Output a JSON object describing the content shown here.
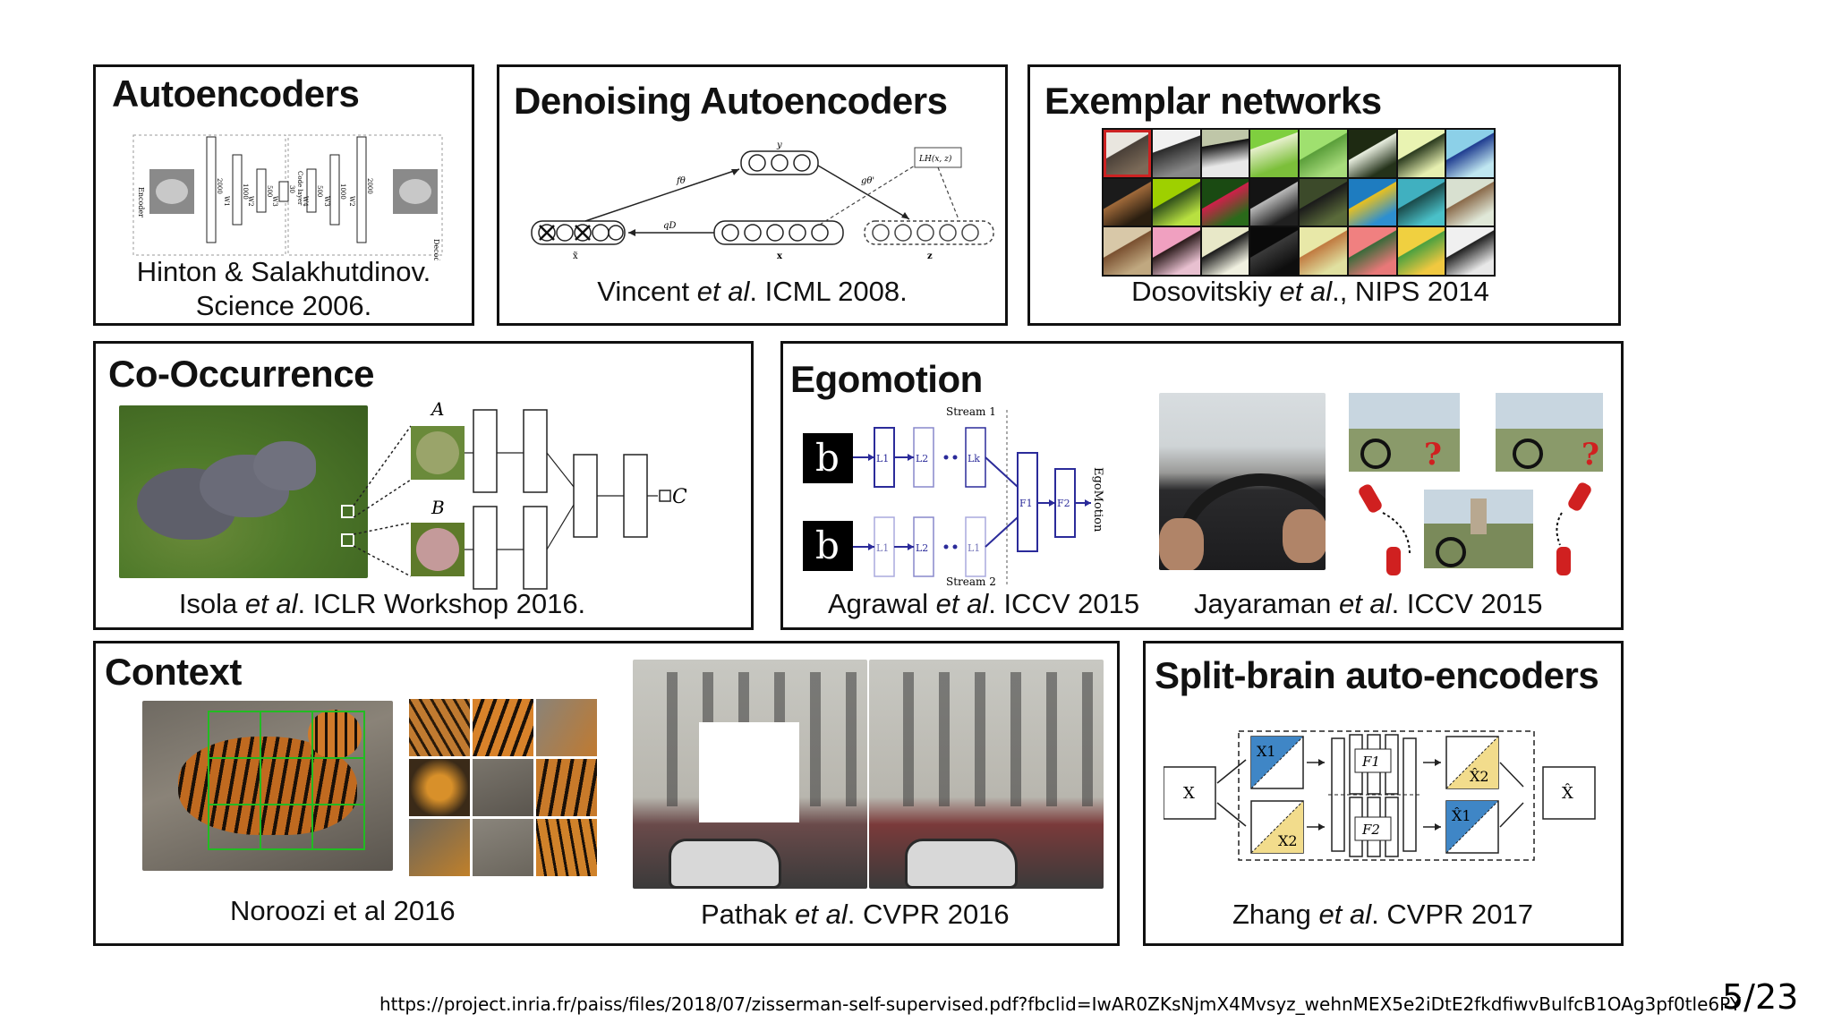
{
  "slide": {
    "url": "https://project.inria.fr/paiss/files/2018/07/zisserman-self-supervised.pdf?fbclid=IwAR0ZKsNjmX4Mvsyz_wehnMEX5e2iDtE2fkdfiwvBulfcB1OAg3pf0tle6PY",
    "page": "5/23"
  },
  "panels": {
    "autoencoders": {
      "title": "Autoencoders",
      "cite1": "Hinton & Salakhutdinov.",
      "cite2": "Science 2006.",
      "fig": {
        "encoder": "Encoder",
        "decoder": "Decoder",
        "code": "Code layer",
        "sizes": [
          "2000",
          "1000",
          "500",
          "30",
          "500",
          "1000",
          "2000"
        ],
        "weights": [
          "W1",
          "W2",
          "W3",
          "W4",
          "W4",
          "W3",
          "W2",
          "W1"
        ]
      }
    },
    "denoising": {
      "title": "Denoising Autoencoders",
      "cite_a": "Vincent ",
      "cite_b": "et al",
      "cite_c": ". ICML 2008.",
      "fig": {
        "y": "y",
        "ftheta": "fθ",
        "gtheta": "gθ'",
        "qd": "qD",
        "loss": "LH(x, z)",
        "xtilde": "x̃",
        "x": "x",
        "z": "z"
      }
    },
    "exemplar": {
      "title": "Exemplar networks",
      "cite_a": "Dosovitskiy ",
      "cite_b": "et al",
      "cite_c": "., NIPS 2014"
    },
    "cooccurrence": {
      "title": "Co-Occurrence",
      "cite_a": "Isola ",
      "cite_b": "et al",
      "cite_c": ". ICLR Workshop 2016.",
      "fig": {
        "A": "A",
        "B": "B",
        "C": "C"
      }
    },
    "egomotion": {
      "title": "Egomotion",
      "cite1_a": "Agrawal ",
      "cite1_b": "et al",
      "cite1_c": ". ICCV 2015",
      "cite2_a": "Jayaraman ",
      "cite2_b": "et al",
      "cite2_c": ". ICCV 2015",
      "fig": {
        "stream1": "Stream 1",
        "stream2": "Stream 2",
        "egomotion": "EgoMotion",
        "l1": "L1",
        "l2": "L2",
        "lk": "Lk",
        "f1": "F1",
        "f2": "F2",
        "digit": "b",
        "q": "?"
      }
    },
    "context": {
      "title": "Context",
      "cite1": "Noroozi et al 2016",
      "cite2_a": "Pathak ",
      "cite2_b": "et al",
      "cite2_c": ". CVPR 2016"
    },
    "splitbrain": {
      "title": "Split-brain auto-encoders",
      "cite_a": "Zhang ",
      "cite_b": "et al",
      "cite_c": ". CVPR 2017",
      "fig": {
        "x": "X",
        "xhat": "X̂",
        "x1": "X1",
        "x2": "X2",
        "x1hat": "X̂1",
        "x2hat": "X̂2",
        "f1": "F1",
        "f2": "F2"
      }
    }
  },
  "colors": {
    "border": "#111111",
    "arrow_blue": "#2b2b9a",
    "split_blue": "#3f86c6",
    "split_yellow": "#f2dc8c",
    "highlight_red": "#cc2222"
  }
}
